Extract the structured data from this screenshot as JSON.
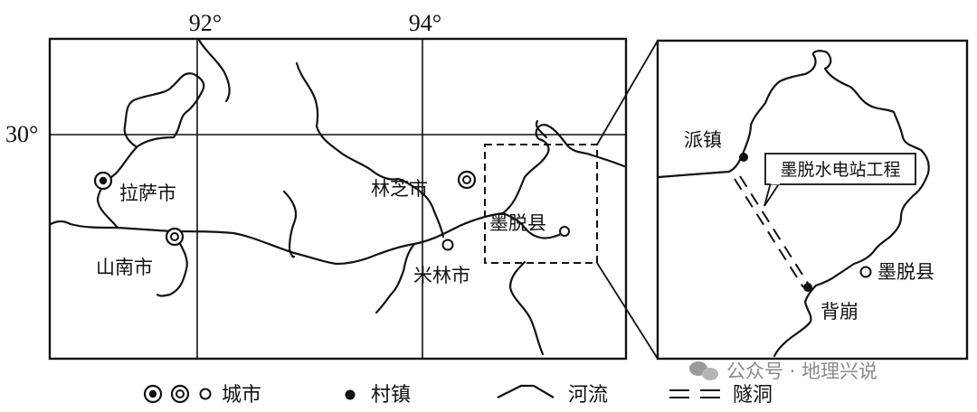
{
  "main_map": {
    "lon_92": "92°",
    "lon_94": "94°",
    "lat_30": "30°",
    "cities": {
      "lhasa": "拉萨市",
      "shannan": "山南市",
      "nyingchi": "林芝市",
      "mainling": "米林市",
      "medog": "墨脱县"
    }
  },
  "inset": {
    "paizhen": "派镇",
    "beibeng": "背崩",
    "medog": "墨脱县",
    "project": "墨脱水电站工程"
  },
  "legend": {
    "city": "城市",
    "village": "村镇",
    "river": "河流",
    "tunnel": "隧洞"
  },
  "watermark": "公众号 · 地理兴说"
}
